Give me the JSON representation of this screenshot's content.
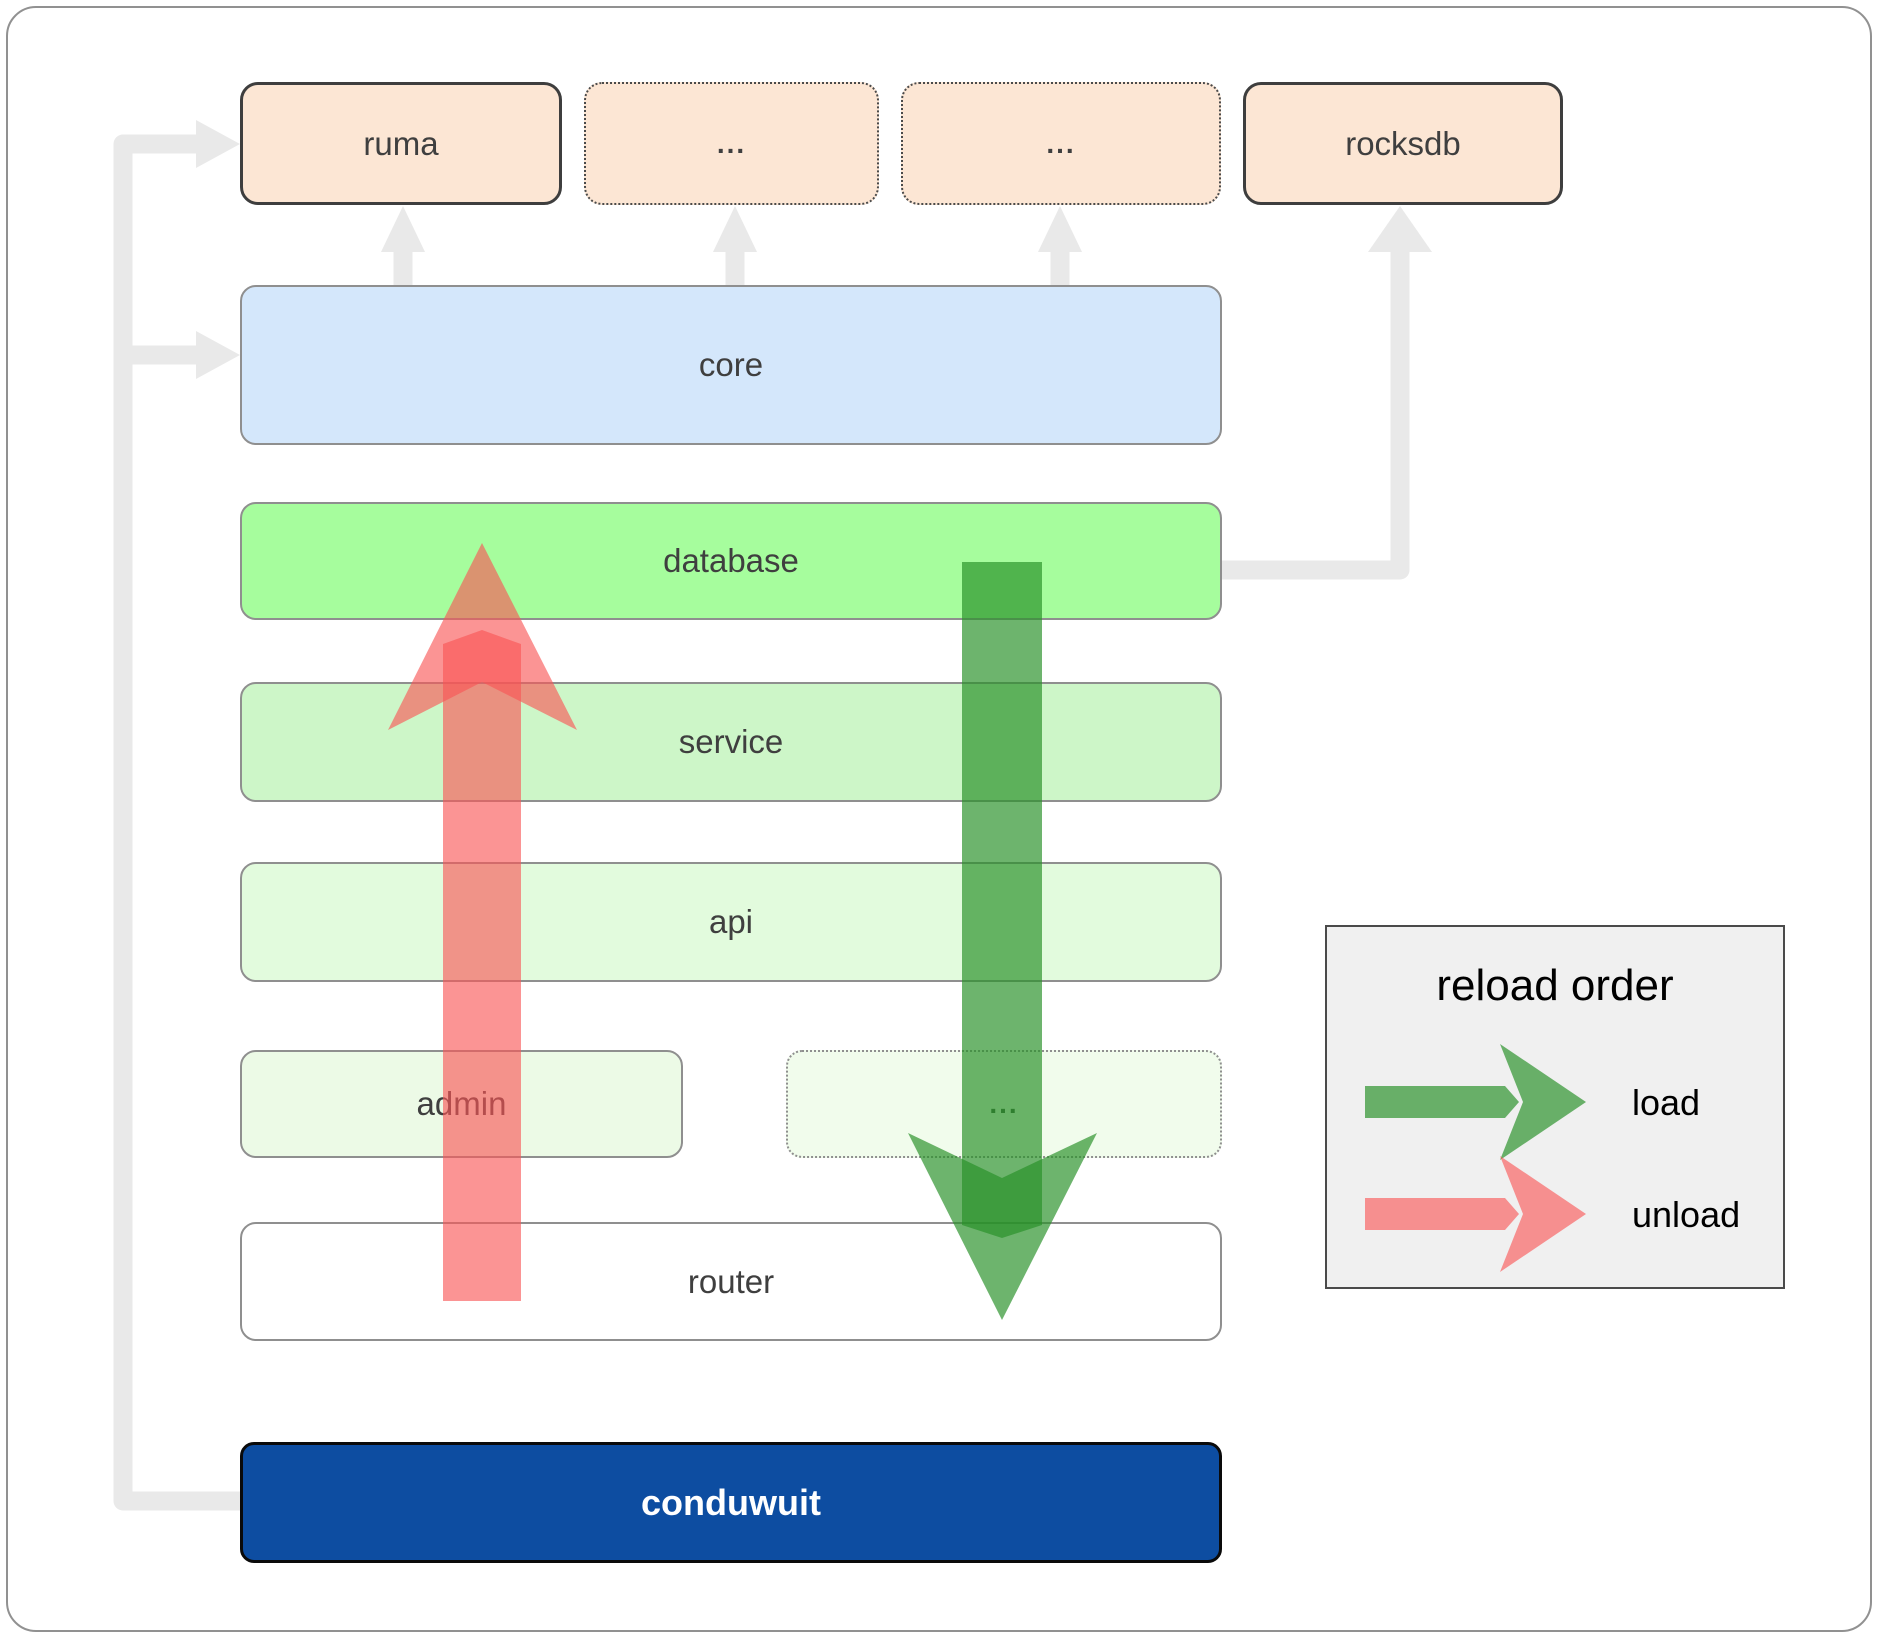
{
  "boxes": {
    "ruma": "ruma",
    "top_dots_1": "...",
    "top_dots_2": "...",
    "rocksdb": "rocksdb",
    "core": "core",
    "database": "database",
    "service": "service",
    "api": "api",
    "admin": "admin",
    "mid_dots": "...",
    "router": "router",
    "conduwuit": "conduwuit"
  },
  "legend": {
    "title": "reload order",
    "load_label": "load",
    "unload_label": "unload"
  },
  "colors": {
    "load_arrow": "#289128",
    "unload_arrow": "#f95555",
    "connector": "#e9e9e9",
    "database_fill": "#a6fd9d",
    "core_fill": "#d4e7fb",
    "module_fill": "#fce6d4",
    "conduwuit_fill": "#0d4da1"
  }
}
